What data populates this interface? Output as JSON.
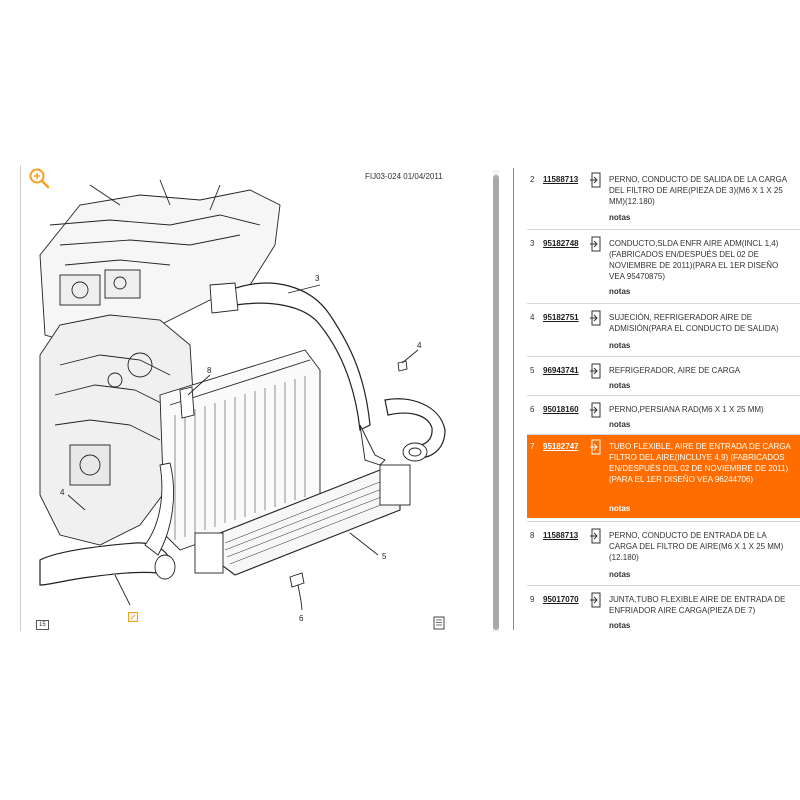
{
  "diagram": {
    "code": "FIJ03-024  01/04/2011",
    "figure_id": "15",
    "callouts": [
      "3",
      "4",
      "8",
      "4",
      "5",
      "6"
    ]
  },
  "notes_label": "notas",
  "parts": [
    {
      "num": "2",
      "code": "11588713",
      "desc": "PERNO, CONDUCTO DE SALIDA DE LA CARGA DEL FILTRO DE AIRE(PIEZA DE 3)(M6 X 1 X 25 MM)(12.180)",
      "selected": false
    },
    {
      "num": "3",
      "code": "95182748",
      "desc": "CONDUCTO,SLDA ENFR AIRE ADM(INCL 1,4) (FABRICADOS EN/DESPUÉS DEL 02 DE NOVIEMBRE DE 2011)(PARA EL 1ER DISEÑO VEA 95470875)",
      "selected": false
    },
    {
      "num": "4",
      "code": "95182751",
      "desc": "SUJECIÓN, REFRIGERADOR AIRE DE ADMISIÓN(PARA EL CONDUCTO DE SALIDA)",
      "selected": false
    },
    {
      "num": "5",
      "code": "96943741",
      "desc": "REFRIGERADOR, AIRE DE CARGA",
      "selected": false
    },
    {
      "num": "6",
      "code": "95018160",
      "desc": "PERNO,PERSIANA RAD(M6 X 1 X 25 MM)",
      "selected": false
    },
    {
      "num": "7",
      "code": "95182747",
      "desc": "TUBO FLEXIBLE, AIRE DE ENTRADA DE CARGA FILTRO DEL AIRE(INCLUYE 4,9) (FABRICADOS EN/DESPUÉS DEL 02 DE NOVIEMBRE DE 2011)(PARA EL 1ER DISEÑO VEA 96244706)",
      "selected": true
    },
    {
      "num": "8",
      "code": "11588713",
      "desc": "PERNO, CONDUCTO DE ENTRADA DE LA CARGA DEL FILTRO DE AIRE(M6 X 1 X 25 MM)(12.180)",
      "selected": false
    },
    {
      "num": "9",
      "code": "95017070",
      "desc": "JUNTA,TUBO FLEXIBLE AIRE DE ENTRADA DE ENFRIADOR AIRE CARGA(PIEZA DE 7)",
      "selected": false
    }
  ],
  "colors": {
    "selected": "#ff6d00",
    "accent_zoom": "#f4a020"
  }
}
